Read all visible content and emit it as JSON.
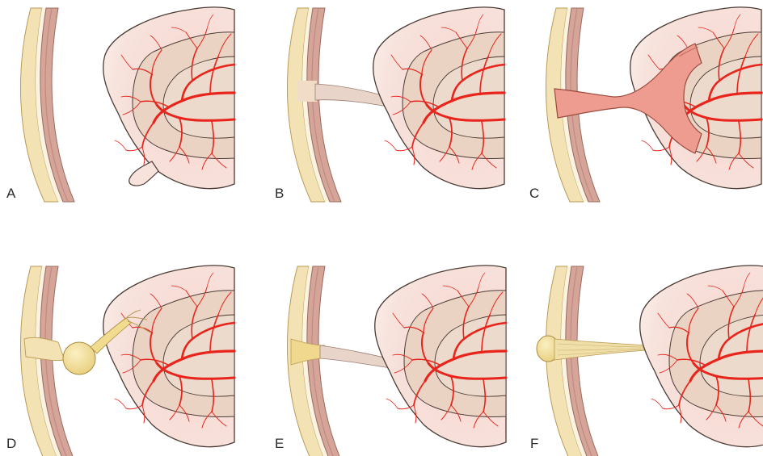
{
  "figure": {
    "panels": [
      {
        "id": "A",
        "label": "A",
        "connection": "none"
      },
      {
        "id": "B",
        "label": "B",
        "connection": "fibrous-cord"
      },
      {
        "id": "C",
        "label": "C",
        "connection": "patent-duct"
      },
      {
        "id": "D",
        "label": "D",
        "connection": "cord-with-cyst"
      },
      {
        "id": "E",
        "label": "E",
        "connection": "fibrous-cord"
      },
      {
        "id": "F",
        "label": "F",
        "connection": "cord-from-umbilicus"
      }
    ],
    "colors": {
      "skin": "#f3e3b4",
      "skin_outline": "#b99a55",
      "muscle": "#d5a59a",
      "muscle_outline": "#9b6b60",
      "bowel_outer": "#f6d7d2",
      "bowel_inner": "#ead3c3",
      "vessel": "#e8251c",
      "duct": "#ee9c8f",
      "cord": "#e9d4c9",
      "cyst": "#f0db8f"
    }
  }
}
